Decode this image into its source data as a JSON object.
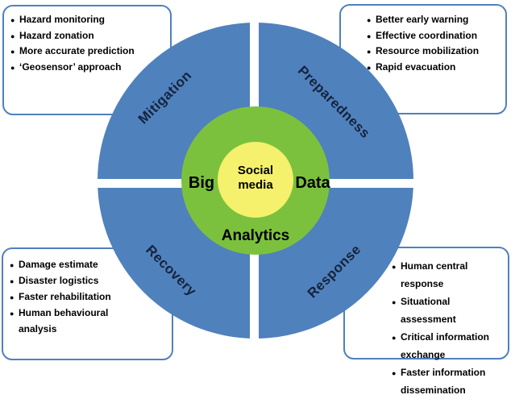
{
  "colors": {
    "ring_blue": "#4f81bd",
    "green": "#7cc13e",
    "yellow": "#f5f16d",
    "label_dark": "#15233c",
    "box_border": "#4f81bd",
    "text_black": "#000000"
  },
  "glyphs": {
    "bullet": "●"
  },
  "center": {
    "core_line1": "Social",
    "core_line2": "media",
    "left_word": "Big",
    "right_word": "Data",
    "bottom_word": "Analytics"
  },
  "quadrants": {
    "top_left": "Mitigation",
    "top_right": "Preparedness",
    "bottom_left": "Recovery",
    "bottom_right": "Response"
  },
  "boxes": {
    "top_left": {
      "items": [
        {
          "lines": [
            "Hazard monitoring"
          ]
        },
        {
          "lines": [
            "Hazard zonation"
          ]
        },
        {
          "lines": [
            "More accurate prediction"
          ]
        },
        {
          "lines": [
            "‘Geosensor’ approach"
          ]
        }
      ]
    },
    "top_right": {
      "items": [
        {
          "lines": [
            "Better early warning"
          ]
        },
        {
          "lines": [
            "Effective coordination"
          ]
        },
        {
          "lines": [
            "Resource mobilization"
          ]
        },
        {
          "lines": [
            "Rapid evacuation"
          ]
        }
      ]
    },
    "bottom_left": {
      "items": [
        {
          "lines": [
            "Damage estimate"
          ]
        },
        {
          "lines": [
            "Disaster logistics"
          ]
        },
        {
          "lines": [
            "Faster rehabilitation"
          ]
        },
        {
          "lines": [
            "Human behavioural",
            "analysis"
          ]
        }
      ]
    },
    "bottom_right": {
      "items": [
        {
          "lines": [
            "Human central response"
          ]
        },
        {
          "lines": [
            "Situational assessment"
          ]
        },
        {
          "lines": [
            "Critical information",
            "exchange"
          ]
        },
        {
          "lines": [
            "Faster information",
            "dissemination"
          ]
        }
      ]
    }
  }
}
